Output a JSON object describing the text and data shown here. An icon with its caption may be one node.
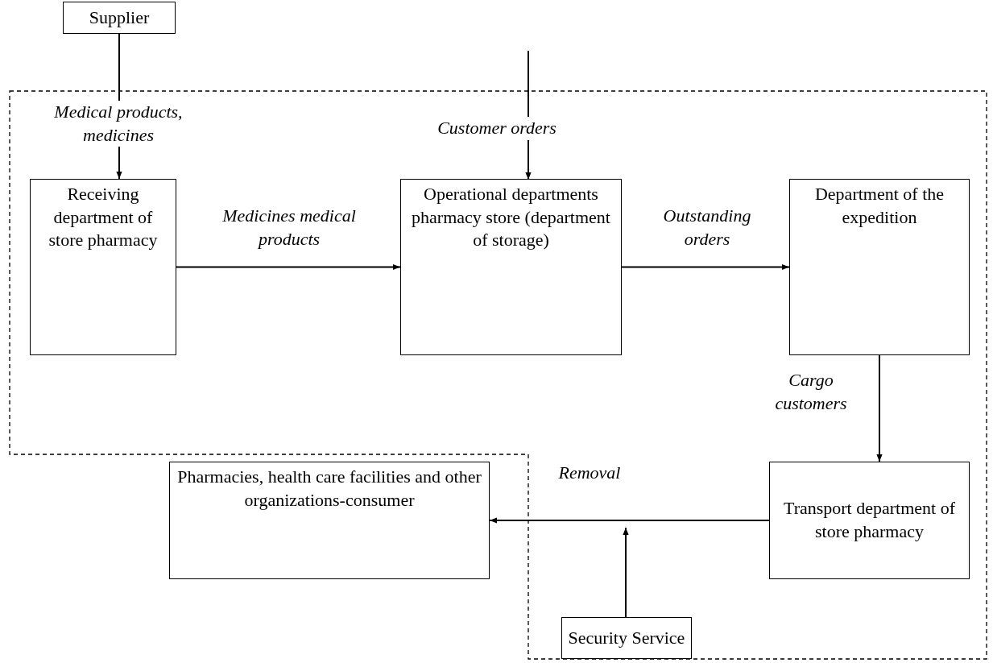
{
  "diagram": {
    "nodes": [
      {
        "text": [
          "Supplier"
        ]
      },
      {
        "text": [
          "Receiving department of store pharmacy"
        ]
      },
      {
        "text": [
          "Operational departments pharmacy store (department of storage)"
        ]
      },
      {
        "text": [
          "Department of the expedition"
        ]
      },
      {
        "text": [
          "Transport department of store pharmacy"
        ]
      },
      {
        "text": [
          "Pharmacies, health care facilities and other organizations-consumer"
        ]
      },
      {
        "text": [
          "Security Service"
        ]
      }
    ],
    "edges": [
      {
        "from": 0,
        "to": 1,
        "arrow": "to",
        "label": "Medical products, medicines"
      },
      {
        "from": null,
        "to": 2,
        "arrow": "to",
        "label": "Customer orders"
      },
      {
        "from": 1,
        "to": 2,
        "arrow": "to",
        "label": "Medicines medical products"
      },
      {
        "from": 2,
        "to": 3,
        "arrow": "to",
        "label": "Outstanding orders"
      },
      {
        "from": 3,
        "to": 4,
        "arrow": "to",
        "label": "Cargo customers"
      },
      {
        "from": 4,
        "to": 5,
        "arrow": "to",
        "label": "Removal"
      },
      {
        "from": 6,
        "to": null,
        "arrow": "to"
      }
    ]
  }
}
